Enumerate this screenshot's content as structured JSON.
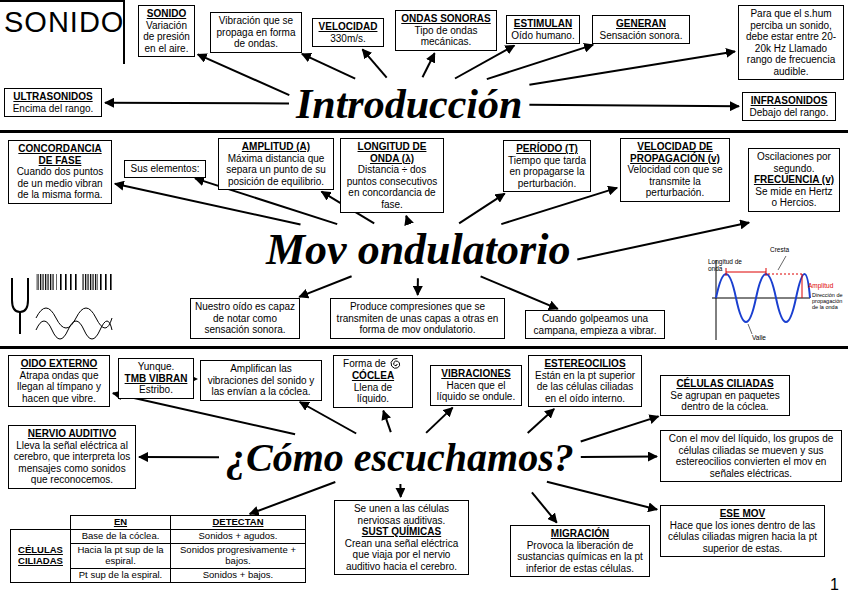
{
  "diagram": {
    "title": "SONIDO",
    "nodes": [
      {
        "text": [
          "Introducción"
        ]
      },
      {
        "text": [
          "SONIDO",
          "Variación de presión en el aire."
        ]
      },
      {
        "text": [
          "Vibración que se propaga en forma de ondas."
        ]
      },
      {
        "text": [
          "VELOCIDAD",
          "330m/s."
        ]
      },
      {
        "text": [
          "ONDAS SONORAS",
          "Tipo de ondas mecánicas."
        ]
      },
      {
        "text": [
          "ESTIMULAN",
          "Oído humano."
        ]
      },
      {
        "text": [
          "GENERAN",
          "Sensación sonora."
        ]
      },
      {
        "text": [
          "Para que el s.hum perciba un sonido, debe estar entre 20-20k Hz Llamado rango de frecuencia audible."
        ]
      },
      {
        "text": [
          "ULTRASONIDOS",
          "Encima del rango."
        ]
      },
      {
        "text": [
          "INFRASONIDOS",
          "Debajo del rango."
        ]
      },
      {
        "text": [
          "Mov ondulatorio"
        ]
      },
      {
        "text": [
          "CONCORDANCIA DE FASE",
          "Cuando dos puntos de un medio vibran de la misma forma."
        ]
      },
      {
        "text": [
          "Sus elementos:"
        ]
      },
      {
        "text": [
          "AMPLITUD (A)",
          "Máxima distancia que separa un punto de su posición de equilibrio."
        ]
      },
      {
        "text": [
          "LONGITUD DE ONDA (λ)",
          "Distancia ÷ dos puntos consecutivos en concordancia de fase."
        ]
      },
      {
        "text": [
          "PERÍODO (T)",
          "Tiempo que tarda en propagarse la perturbación."
        ]
      },
      {
        "text": [
          "VELOCIDAD DE PROPAGACIÓN (v)",
          "Velocidad con que se transmite la perturbación."
        ]
      },
      {
        "text": [
          "Oscilaciones por segundo.",
          "FRECUENCIA (v)",
          "Se mide en Hertz o Hercios."
        ]
      },
      {
        "text": [
          "Nuestro oído es capaz de notar como sensación sonora."
        ]
      },
      {
        "text": [
          "Produce compresiones que se transmiten de unas capas a otras en forma de mov ondulatorio."
        ]
      },
      {
        "text": [
          "Cuando golpeamos una campana, empieza a vibrar."
        ]
      },
      {
        "text": [
          "¿Cómo escuchamos?"
        ]
      },
      {
        "text": [
          "OIDO EXTERNO",
          "Atrapa ondas que llegan al tímpano y hacen que vibre."
        ]
      },
      {
        "text": [
          "Yunque.",
          "TMB VIBRAN",
          "Estribo."
        ]
      },
      {
        "text": [
          "Amplifican las vibraciones del sonido y las envían a la cóclea."
        ]
      },
      {
        "text": [
          "Forma de",
          "CÓCLEA",
          "Llena de líquido."
        ]
      },
      {
        "text": [
          "VIBRACIONES",
          "Hacen que el líquido se ondule."
        ]
      },
      {
        "text": [
          "ESTEREOCILIOS",
          "Están en la pt superior de las células ciliadas en el oído interno."
        ]
      },
      {
        "text": [
          "CÉLULAS CILIADAS",
          "Se agrupan en paquetes dentro de la cóclea."
        ]
      },
      {
        "text": [
          "Con el mov del líquido, los grupos de células ciliadas se mueven y sus estereocilios convierten el mov en señales eléctricas."
        ]
      },
      {
        "text": [
          "ESE MOV",
          "Hace que los iones dentro de las células ciliadas migren hacia la pt superior de estas."
        ]
      },
      {
        "text": [
          "NERVIO AUDITIVO",
          "Lleva la señal eléctrica al cerebro, que interpreta los mensajes como sonidos que reconocemos."
        ]
      },
      {
        "text": [
          "EN",
          "DETECTAN",
          "CÉLULAS CILIADAS",
          "Base de la cóclea.",
          "Sonidos + agudos.",
          "Hacia la pt sup de la espiral.",
          "Sonidos progresivamente + bajos.",
          "Pt sup de la espiral.",
          "Sonidos + bajos."
        ]
      },
      {
        "text": [
          "Se unen a las células nerviosas auditivas.",
          "SUST QUÍMICAS",
          "Crean una señal eléctrica que viaja por el nervio auditivo hacia el cerebro."
        ]
      },
      {
        "text": [
          "MIGRACIÓN",
          "Provoca la liberación de sustancias químicas en la pt inferior de estas células."
        ]
      }
    ],
    "edges": [
      {
        "from": 0,
        "to": 1,
        "arrow": "to"
      },
      {
        "from": 0,
        "to": 2,
        "arrow": "to"
      },
      {
        "from": 0,
        "to": 3,
        "arrow": "to"
      },
      {
        "from": 0,
        "to": 4,
        "arrow": "to"
      },
      {
        "from": 0,
        "to": 5,
        "arrow": "to"
      },
      {
        "from": 0,
        "to": 6,
        "arrow": "to"
      },
      {
        "from": 0,
        "to": 7,
        "arrow": "to"
      },
      {
        "from": 0,
        "to": 8,
        "arrow": "to"
      },
      {
        "from": 0,
        "to": 9,
        "arrow": "to"
      },
      {
        "from": 10,
        "to": 11,
        "arrow": "to"
      },
      {
        "from": 10,
        "to": 12,
        "arrow": "to"
      },
      {
        "from": 10,
        "to": 13,
        "arrow": "to"
      },
      {
        "from": 10,
        "to": 14,
        "arrow": "to"
      },
      {
        "from": 10,
        "to": 15,
        "arrow": "to"
      },
      {
        "from": 10,
        "to": 16,
        "arrow": "to"
      },
      {
        "from": 10,
        "to": 17,
        "arrow": "to"
      },
      {
        "from": 10,
        "to": 18,
        "arrow": "to"
      },
      {
        "from": 10,
        "to": 19,
        "arrow": "to"
      },
      {
        "from": 10,
        "to": 20,
        "arrow": "to"
      },
      {
        "from": 21,
        "to": 22,
        "arrow": "to"
      },
      {
        "from": 23,
        "to": 24,
        "arrow": "to"
      },
      {
        "from": 21,
        "to": 24,
        "arrow": "to"
      },
      {
        "from": 21,
        "to": 25,
        "arrow": "to"
      },
      {
        "from": 21,
        "to": 26,
        "arrow": "to"
      },
      {
        "from": 21,
        "to": 27,
        "arrow": "to"
      },
      {
        "from": 21,
        "to": 28,
        "arrow": "to"
      },
      {
        "from": 21,
        "to": 29,
        "arrow": "to"
      },
      {
        "from": 21,
        "to": 30,
        "arrow": "to"
      },
      {
        "from": 21,
        "to": 31,
        "arrow": "to"
      },
      {
        "from": 21,
        "to": 32,
        "arrow": "to"
      },
      {
        "from": 21,
        "to": 33,
        "arrow": "to"
      },
      {
        "from": 21,
        "to": 34,
        "arrow": "to"
      }
    ],
    "labels": [
      "Longitud de onda",
      "Cresta",
      "Amplitud",
      "Dirección de propagación de la onda",
      "Valle",
      "1"
    ]
  }
}
